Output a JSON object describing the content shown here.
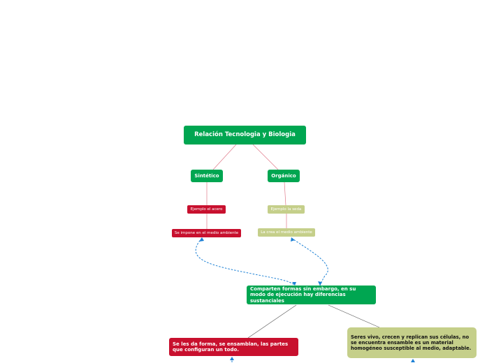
{
  "nodes": {
    "root": "Relación Tecnologia y Biologia",
    "sintetico": "Sintético",
    "organico": "Orgánico",
    "ejemplo_acero": "Ejemplo el acero",
    "ejemplo_seda": "Ejemplo la seda",
    "se_impone": "Se impone en el medio ambiente",
    "la_crea": "La crea el medio ambiente",
    "comparten": "Comparten formas sin embargo, en su modo de ejecución hay diferencias sustanciales",
    "se_les_da": "Se les da forma, se ensamblan, las partes que configuran un todo.",
    "seres_vivo": "Seres vivo, crecen y replican sus células, no se encuentra ensamble es un material homogéneo susceptible al medio, adaptable."
  },
  "colors": {
    "green": "#00a651",
    "red": "#c8102e",
    "olive": "#c5cf8a",
    "solid_link": "#e07a8a",
    "dashed_link": "#1a7fd4"
  }
}
